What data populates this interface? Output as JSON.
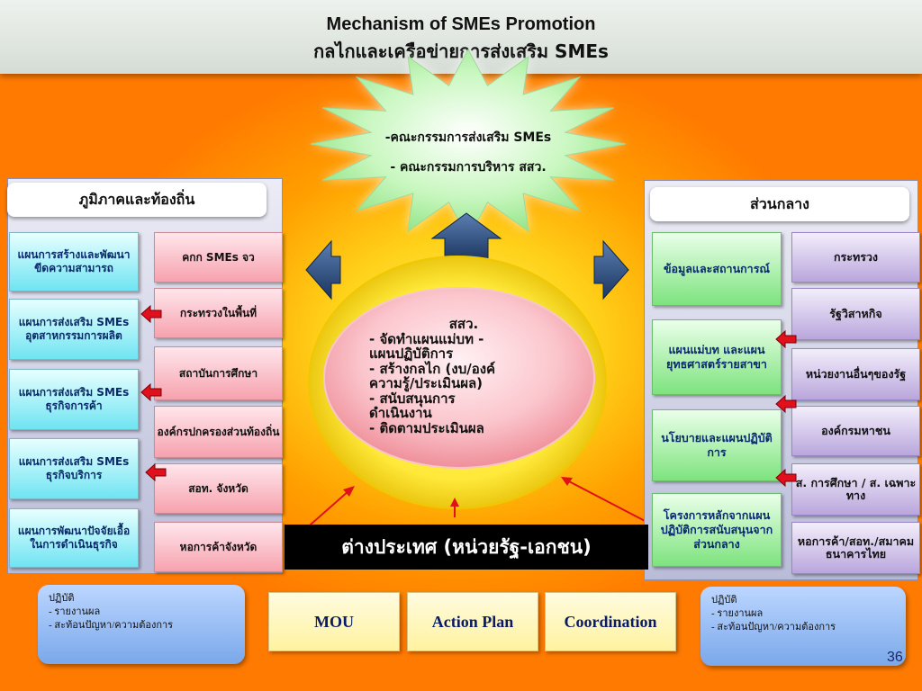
{
  "title": {
    "line1": "Mechanism of SMEs Promotion",
    "line2": "กลไกและเครือข่ายการส่งเสริม SMEs"
  },
  "star": {
    "line1": "-คณะกรรมการส่งเสริม SMEs",
    "line2": "- คณะกรรมการบริหาร สสว."
  },
  "center": {
    "heading": "สสว.",
    "lines": [
      "- จัดทำแผนแม่บท -",
      "แผนปฏิบัติการ",
      "- สร้างกลไก (งบ/องค์",
      "ความรู้/ประเมินผล)",
      "- สนับสนุนการ",
      "ดำเนินงาน",
      "- ติดตามประเมินผล"
    ]
  },
  "left": {
    "header": "ภูมิภาคและท้องถิ่น",
    "plans": [
      "แผนการสร้างและพัฒนาขีดความสามารถ",
      "แผนการส่งเสริม SMEs อุตสาหกรรมการผลิต",
      "แผนการส่งเสริม SMEs ธุรกิจการค้า",
      "แผนการส่งเสริม SMEs ธุรกิจบริการ",
      "แผนการพัฒนาปัจจัยเอื้อในการดำเนินธุรกิจ"
    ],
    "orgs": [
      "คกก SMEs จว",
      "กระทรวงในพื้นที่",
      "สถาบันการศึกษา",
      "องค์กรปกครองส่วนท้องถิ่น",
      "สอท. จังหวัด",
      "หอการค้าจังหวัด"
    ]
  },
  "right": {
    "header": "ส่วนกลาง",
    "items": [
      "ข้อมูลและสถานการณ์",
      "แผนแม่บท และแผนยุทธศาสตร์รายสาขา",
      "นโยบายและแผนปฏิบัติการ",
      "โครงการหลักจากแผนปฏิบัติการสนับสนุนจากส่วนกลาง"
    ],
    "orgs": [
      "กระทรวง",
      "รัฐวิสาหกิจ",
      "หน่วยงานอื่นๆของรัฐ",
      "องค์กรมหาชน",
      "ส. การศึกษา / ส. เฉพาะทาง",
      "หอการค้า/สอท./สมาคมธนาคารไทย"
    ]
  },
  "foreign": "ต่างประเทศ (หน่วยรัฐ-เอกชน)",
  "bottom": {
    "left_box": {
      "title": "ปฏิบัติ",
      "items": [
        "- รายงานผล",
        "- สะท้อนปัญหา/ความต้องการ"
      ]
    },
    "right_box": {
      "title": "ปฏิบัติ",
      "items": [
        "- รายงานผล",
        "- สะท้อนปัญหา/ความต้องการ"
      ]
    },
    "buttons": [
      "MOU",
      "Action Plan",
      "Coordination"
    ]
  },
  "page_number": "36",
  "colors": {
    "cyan_box": "#6fe4f2",
    "pink_box": "#f6a2ae",
    "green_box": "#7de37d",
    "purple_box": "#b9a6dc",
    "star": "#a8f0a0",
    "center_oval": "#f9b8c0",
    "arrow_red": "#e0101c",
    "arrow_navy": "#1e3a66"
  }
}
